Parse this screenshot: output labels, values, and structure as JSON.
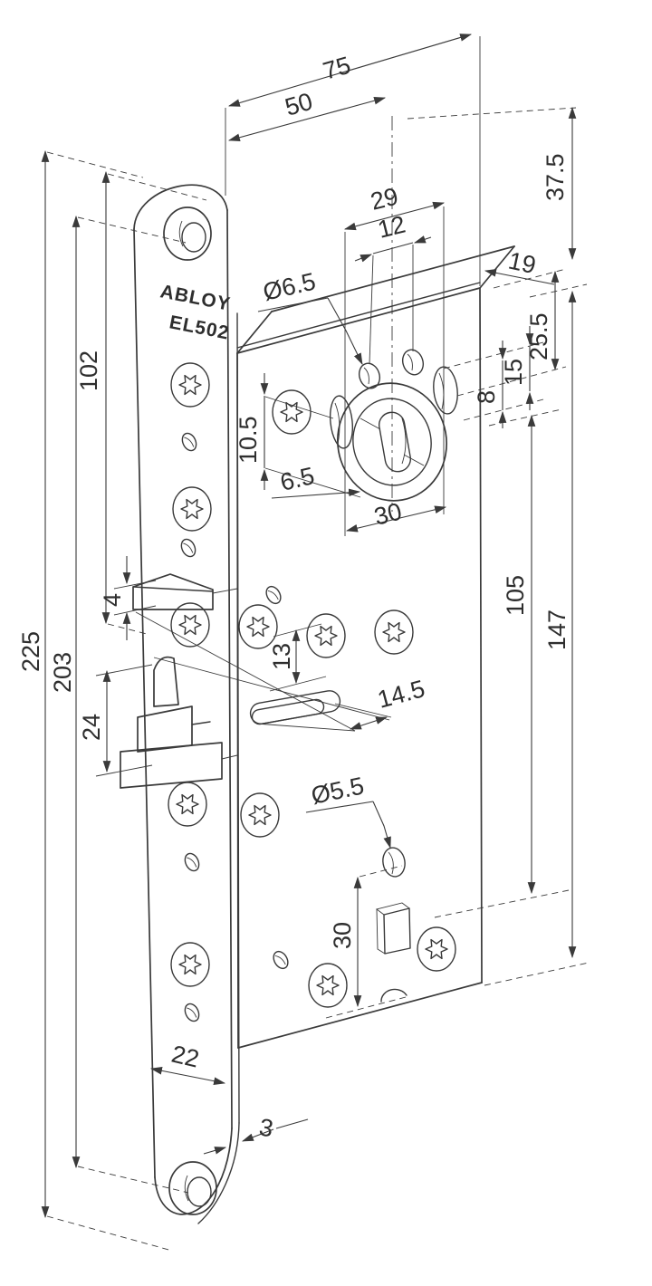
{
  "drawing": {
    "brand": "ABLOY",
    "model": "EL502",
    "type": "mortise-lock-case-dimension-drawing"
  },
  "dims": {
    "d75": "75",
    "d50": "50",
    "d37_5": "37.5",
    "d29": "29",
    "d12": "12",
    "dia6_5": "Ø6.5",
    "d19": "19",
    "d25_5": "25.5",
    "d15": "15",
    "d8": "8",
    "d10_5": "10.5",
    "d6_5": "6.5",
    "d30_cyl": "30",
    "d102": "102",
    "d225": "225",
    "d203": "203",
    "d4": "4",
    "d13": "13",
    "d24": "24",
    "d14_5": "14.5",
    "d105": "105",
    "d147": "147",
    "dia5_5": "Ø5.5",
    "d30_bottom": "30",
    "d22": "22",
    "d3": "3"
  }
}
